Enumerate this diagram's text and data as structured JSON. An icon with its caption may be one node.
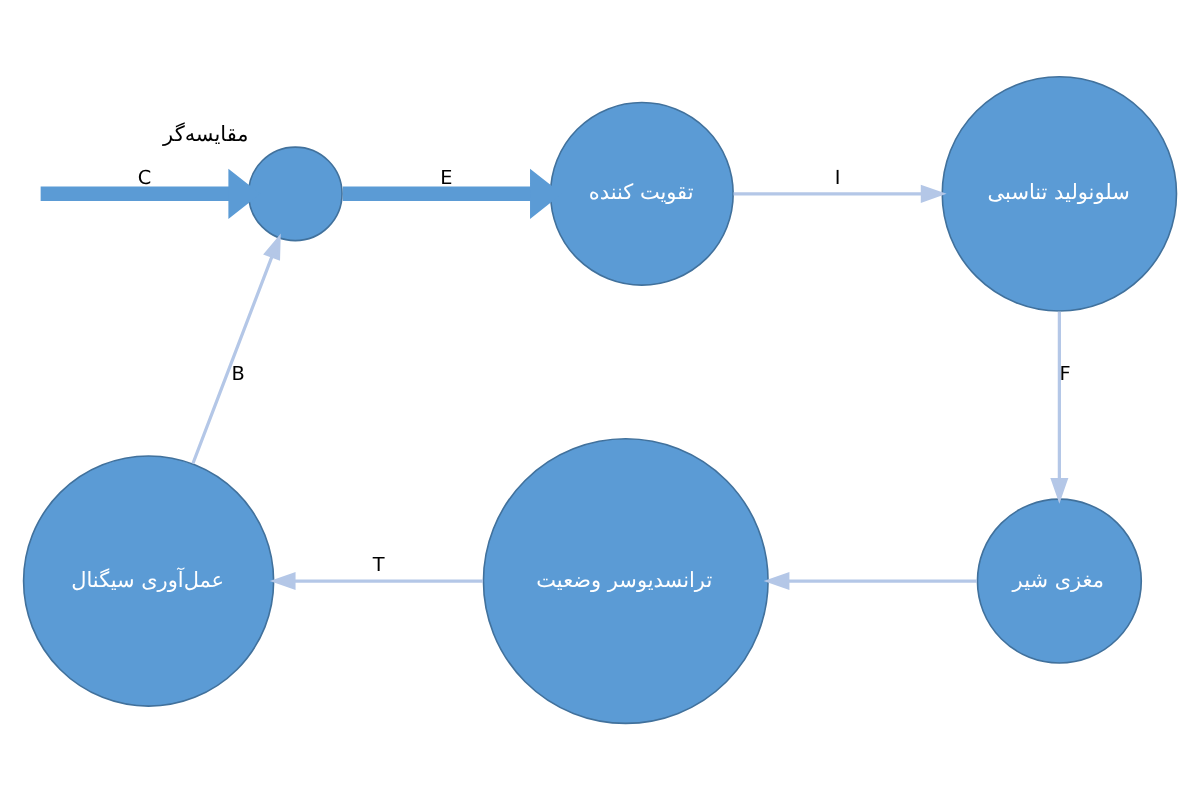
{
  "diagram": {
    "nodes": [
      {
        "text": [],
        "shape": "circle",
        "beside": [
          "مقایسه‌گر"
        ]
      },
      {
        "text": [
          "تقویت کننده"
        ]
      },
      {
        "text": [
          "سلونولید تناسبی"
        ]
      },
      {
        "text": [
          "مغزی شیر"
        ]
      },
      {
        "text": [
          "ترانسدیوسر وضعیت"
        ]
      },
      {
        "text": [
          "عمل‌آوری سیگنال"
        ]
      }
    ],
    "edges": [
      {
        "from": null,
        "to": 0,
        "arrow": "to",
        "label": "C",
        "style": "thick",
        "color": "#5b9bd5"
      },
      {
        "from": 0,
        "to": 1,
        "arrow": "to",
        "label": "E",
        "style": "thick",
        "color": "#5b9bd5"
      },
      {
        "from": 1,
        "to": 2,
        "arrow": "to",
        "label": "I"
      },
      {
        "from": 2,
        "to": 3,
        "arrow": "to",
        "label": "F"
      },
      {
        "from": 3,
        "to": 4,
        "arrow": "to"
      },
      {
        "from": 4,
        "to": 5,
        "arrow": "to",
        "label": "T"
      },
      {
        "from": 5,
        "to": 0,
        "arrow": "to",
        "label": "B"
      }
    ]
  }
}
